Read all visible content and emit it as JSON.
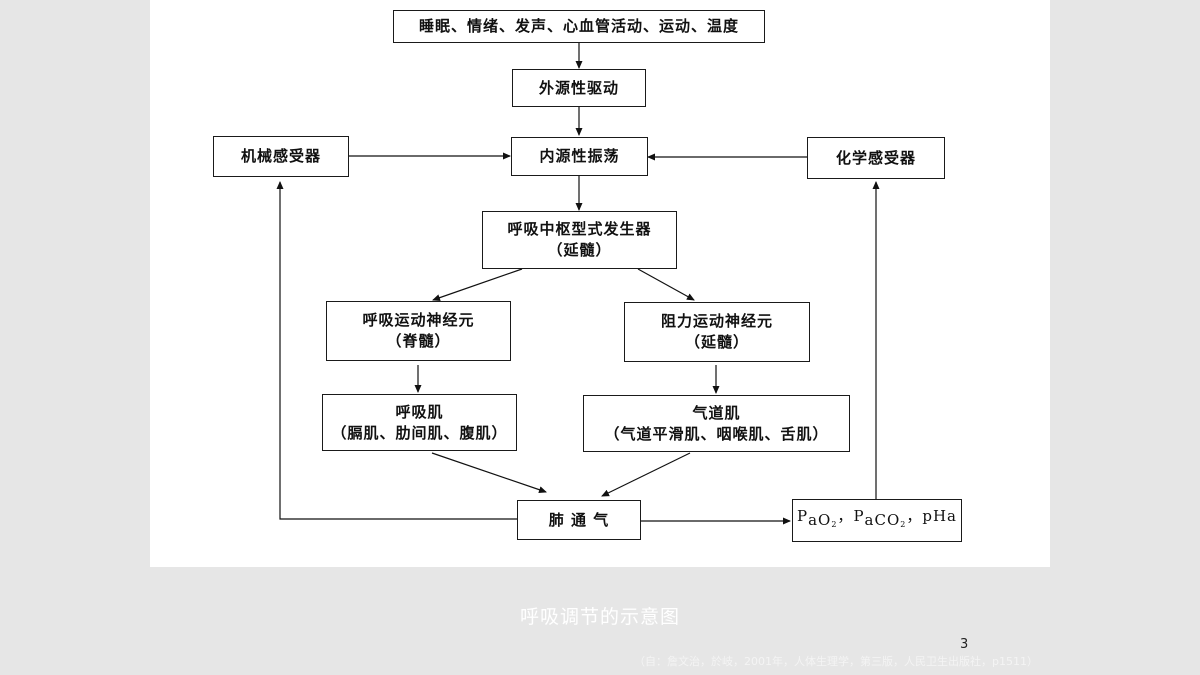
{
  "nodes": {
    "activities": "睡眠、情绪、发声、心血管活动、运动、温度",
    "extrinsic_drive": "外源性驱动",
    "mechanoreceptor": "机械感受器",
    "intrinsic_oscillation": "内源性振荡",
    "chemoreceptor": "化学感受器",
    "cpg_line1": "呼吸中枢型式发生器",
    "cpg_line2": "（延髓）",
    "resp_motor_line1": "呼吸运动神经元",
    "resp_motor_line2": "（脊髓）",
    "resist_motor_line1": "阻力运动神经元",
    "resist_motor_line2": "（延髓）",
    "resp_muscle_line1": "呼吸肌",
    "resp_muscle_line2": "（膈肌、肋间肌、腹肌）",
    "airway_muscle_line1": "气道肌",
    "airway_muscle_line2": "（气道平滑肌、咽喉肌、舌肌）",
    "lung_ventilation": "肺 通 气",
    "blood_gas": {
      "p1": "P",
      "p1_sub": "aO",
      "p1_subsub": "2",
      "sep1": "，",
      "p2": "P",
      "p2_sub": "aCO",
      "p2_subsub": "2",
      "sep2": "，",
      "p3": "pHa"
    }
  },
  "caption": "呼吸调节的示意图",
  "page_number": "3",
  "source_note": "（自：詹文治，於岐，2001年，人体生理学，第三版，人民卫生出版社，p1511）"
}
